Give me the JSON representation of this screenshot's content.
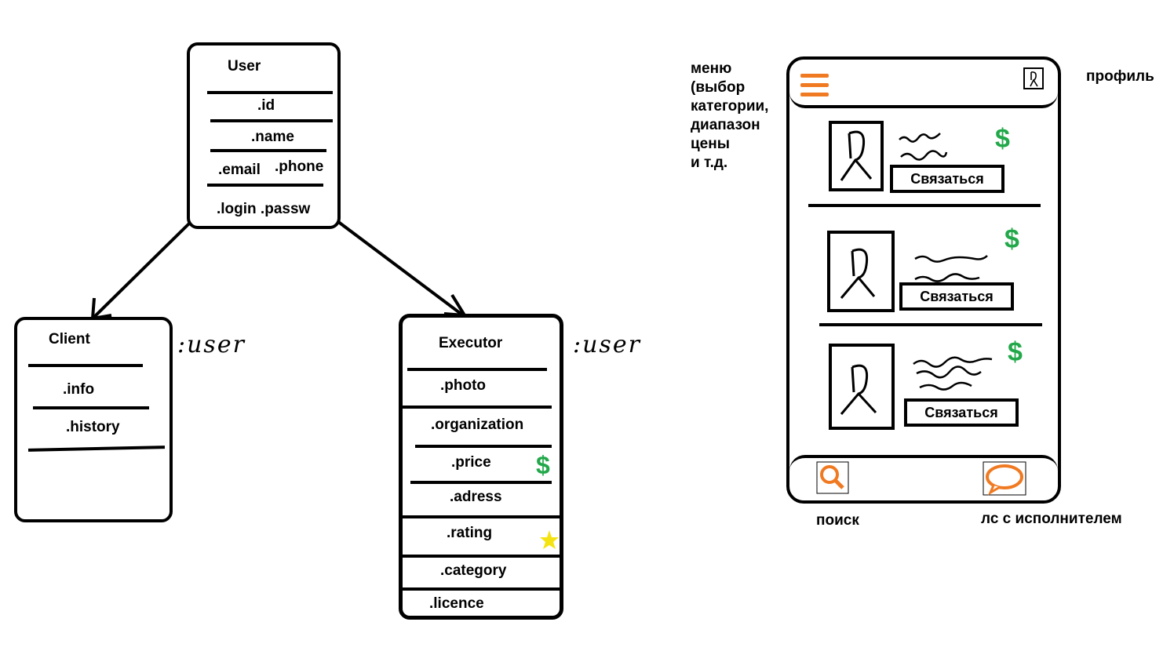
{
  "diagram": {
    "user": {
      "title": "User",
      "fields": [
        ".id",
        ".name",
        ".email",
        ".phone",
        ".login .passw"
      ]
    },
    "client": {
      "title": "Client",
      "fields": [
        ".info",
        ".history"
      ],
      "inherits_note": ":user"
    },
    "executor": {
      "title": "Executor",
      "fields": [
        ".photo",
        ".organization",
        ".price",
        ".adress",
        ".rating",
        ".category",
        ".licence"
      ],
      "inherits_note": ":user",
      "price_icon": "dollar-icon",
      "rating_icon": "star-icon"
    }
  },
  "mockup": {
    "menu_note": "меню\n(выбор\nкатегории,\nдиапазон\nцены\nи т.д.",
    "profile_note": "профиль",
    "search_note": "поиск",
    "chat_note": "лс с исполнителем",
    "cards": [
      {
        "button": "Связаться",
        "price_symbol": "$"
      },
      {
        "button": "Связаться",
        "price_symbol": "$"
      },
      {
        "button": "Связаться",
        "price_symbol": "$"
      }
    ],
    "price_symbol": "$",
    "icons": {
      "menu": "hamburger-menu-icon",
      "profile": "profile-icon",
      "search": "search-icon",
      "chat": "chat-bubble-icon"
    }
  },
  "colors": {
    "accent": "#f07a22",
    "price": "#22a84a",
    "star": "#f5e311"
  }
}
